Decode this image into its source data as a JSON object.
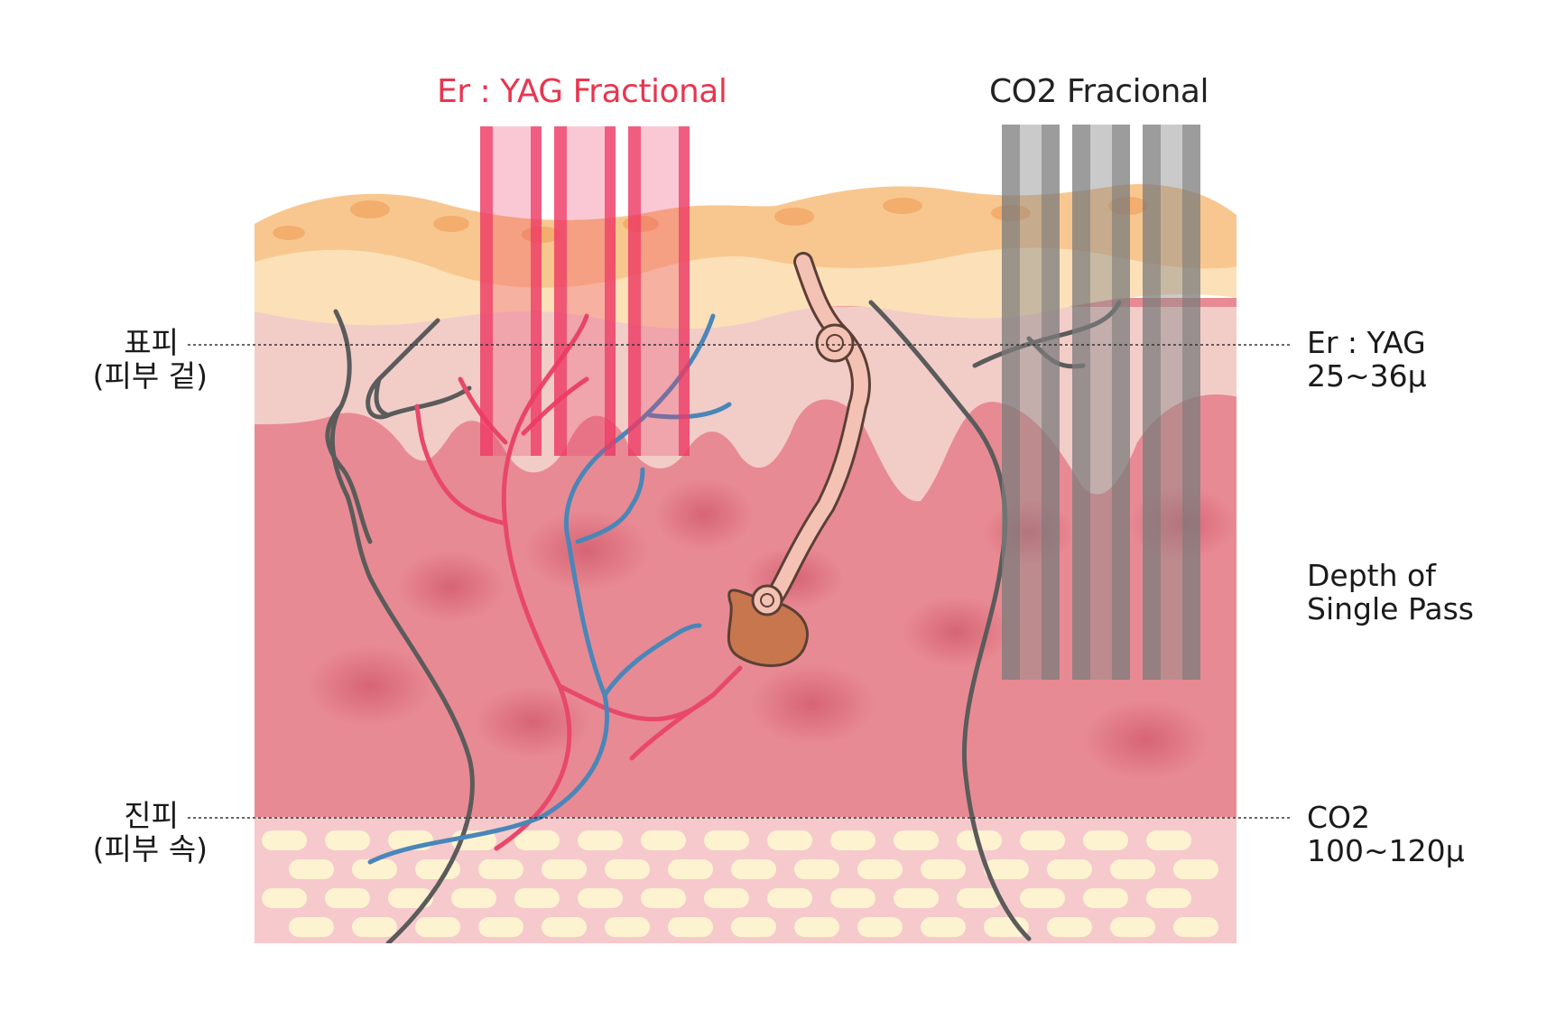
{
  "titles": {
    "er_yag": "Er : YAG Fractional",
    "co2": "CO2 Fracional"
  },
  "left_labels": {
    "epidermis_line1": "표피",
    "epidermis_line2": "(피부 겉)",
    "dermis_line1": "진피",
    "dermis_line2": "(피부 속)"
  },
  "right_labels": {
    "er_yag_line1": "Er : YAG",
    "er_yag_line2": "25~36μ",
    "depth_line1": "Depth of",
    "depth_line2": "Single Pass",
    "co2_line1": "CO2",
    "co2_line2": "100~120μ"
  },
  "colors": {
    "er_yag_title": "#e8364f",
    "co2_title": "#222222",
    "beam_pink": "#ee3a64",
    "beam_gray": "#8a8a8a",
    "dermis": "#e88a93",
    "epidermis": "#f3d8d2",
    "fat_top": "#f8c78f",
    "vessel_red": "#e8486a",
    "vessel_blue": "#4a86b8",
    "nerve": "#5b5b5b",
    "follicle_bulb": "#c8764e"
  }
}
